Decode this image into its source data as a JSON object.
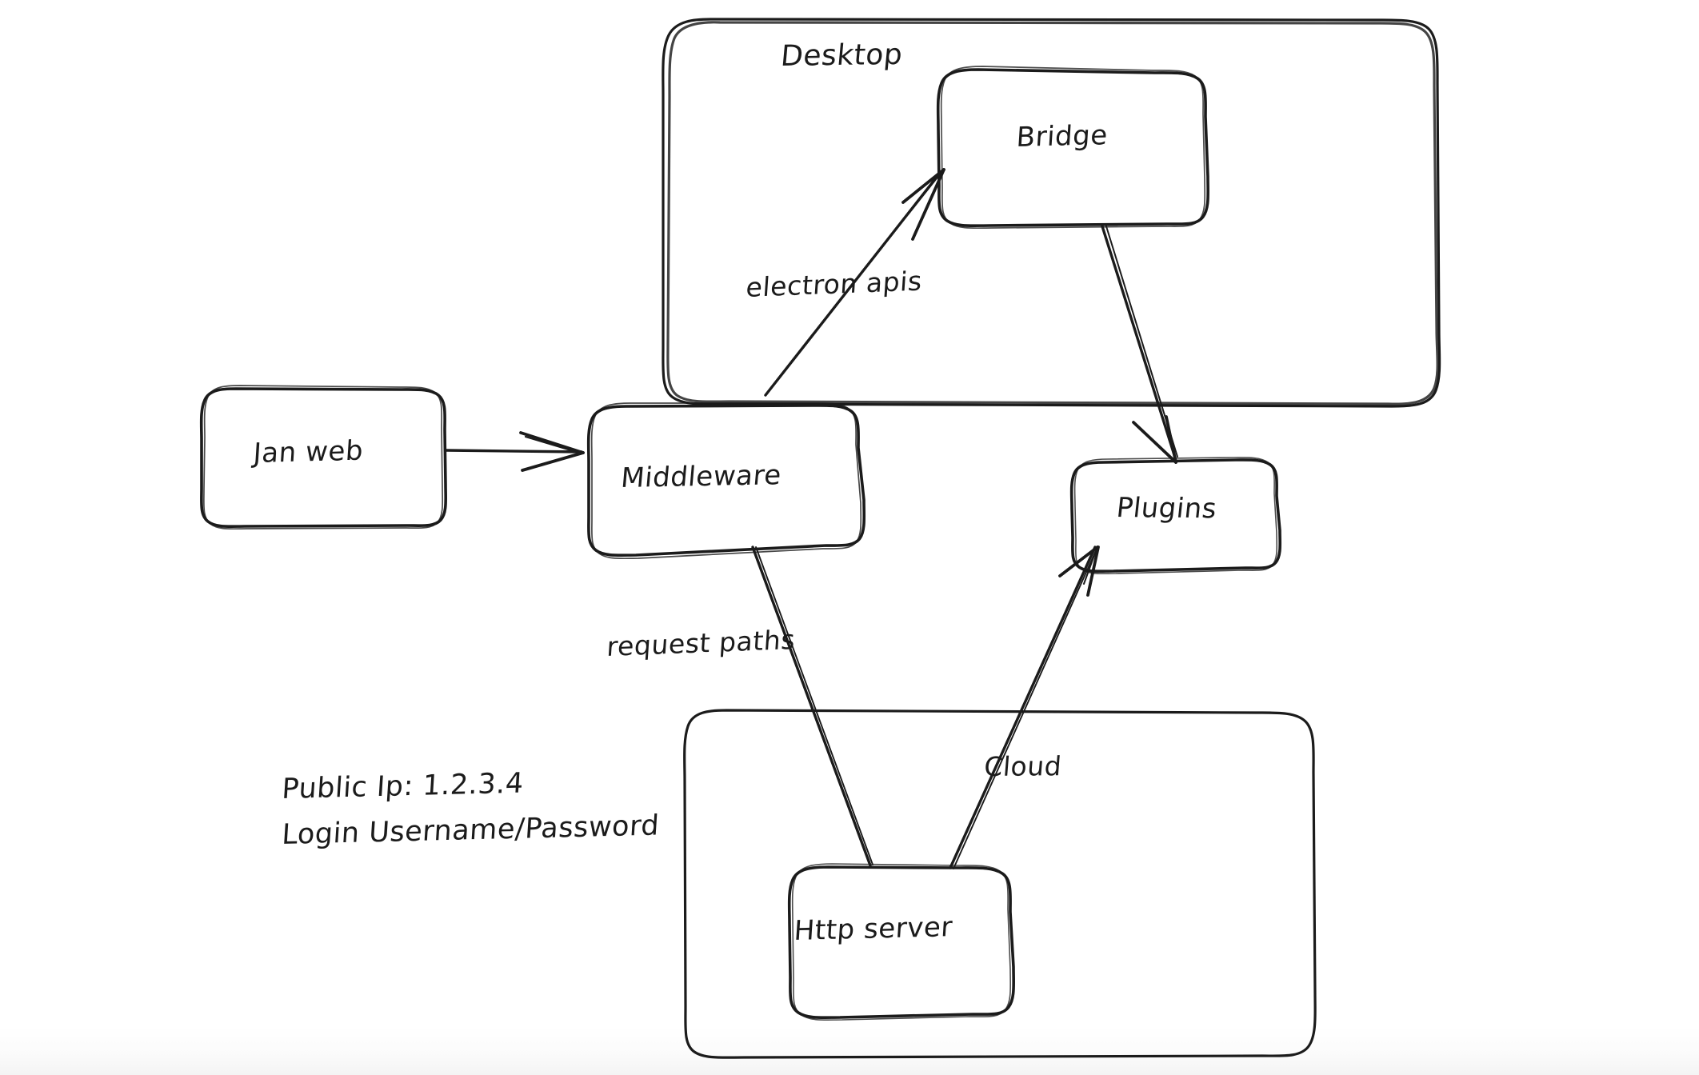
{
  "diagram": {
    "style": "hand-drawn whiteboard sketch",
    "background_color": "#ffffff",
    "stroke_color": "#1b1b1b",
    "containers": [
      {
        "id": "desktop",
        "label": "Desktop"
      },
      {
        "id": "cloud",
        "label": ""
      }
    ],
    "nodes": [
      {
        "id": "jan-web",
        "label": "Jan web"
      },
      {
        "id": "middleware",
        "label": "Middleware"
      },
      {
        "id": "bridge",
        "label": "Bridge"
      },
      {
        "id": "plugins",
        "label": "Plugins"
      },
      {
        "id": "http-server",
        "label": "Http server"
      }
    ],
    "edges": [
      {
        "id": "janweb-middleware",
        "from": "jan-web",
        "to": "middleware",
        "label": ""
      },
      {
        "id": "middleware-bridge",
        "from": "middleware",
        "to": "bridge",
        "label": "electron apis"
      },
      {
        "id": "bridge-plugins",
        "from": "bridge",
        "to": "plugins",
        "label": ""
      },
      {
        "id": "middleware-httpserver",
        "from": "middleware",
        "to": "http-server",
        "label": "request paths"
      },
      {
        "id": "httpserver-plugins",
        "from": "http-server",
        "to": "plugins",
        "label": "Cloud"
      }
    ],
    "notes": {
      "public_ip": "Public Ip: 1.2.3.4",
      "login": "Login Username/Password"
    }
  }
}
